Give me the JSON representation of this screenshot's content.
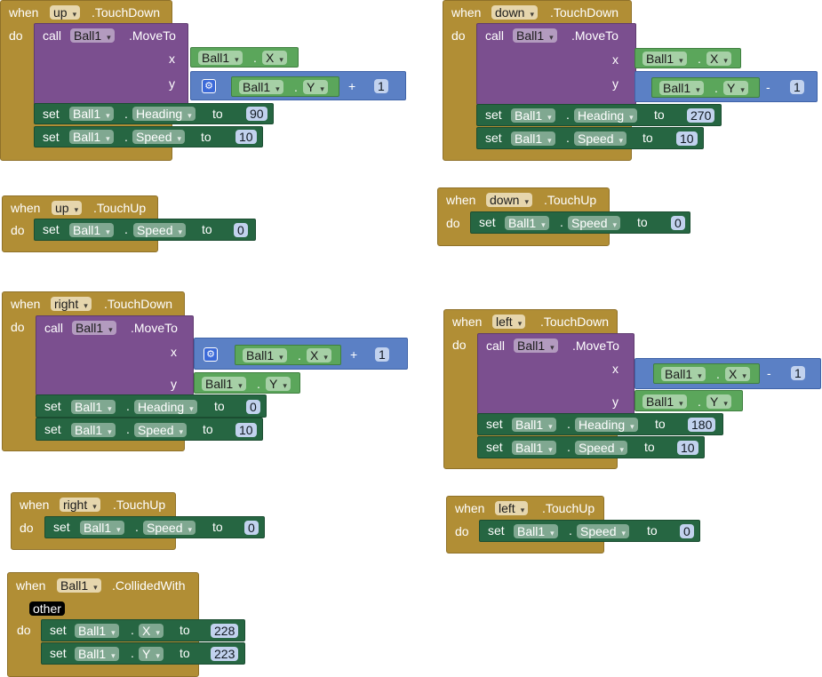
{
  "kw": {
    "when": "when",
    "do": "do",
    "call": "call",
    "set": "set",
    "to": "to",
    "x": "x",
    "y": "y",
    "dot": "."
  },
  "ops": {
    "plus": "+",
    "minus": "-"
  },
  "comp": {
    "ball": "Ball1",
    "X": "X",
    "Y": "Y",
    "Heading": "Heading",
    "Speed": "Speed",
    "MoveTo": ".MoveTo"
  },
  "events": {
    "up_down": {
      "comp": "up",
      "event": ".TouchDown",
      "heading": "90",
      "speed": "10",
      "add": "1"
    },
    "up_up": {
      "comp": "up",
      "event": ".TouchUp",
      "speed": "0"
    },
    "down_down": {
      "comp": "down",
      "event": ".TouchDown",
      "heading": "270",
      "speed": "10",
      "sub": "1"
    },
    "down_up": {
      "comp": "down",
      "event": ".TouchUp",
      "speed": "0"
    },
    "right_down": {
      "comp": "right",
      "event": ".TouchDown",
      "heading": "0",
      "speed": "10",
      "add": "1"
    },
    "right_up": {
      "comp": "right",
      "event": ".TouchUp",
      "speed": "0"
    },
    "left_down": {
      "comp": "left",
      "event": ".TouchDown",
      "heading": "180",
      "speed": "10",
      "sub": "1"
    },
    "left_up": {
      "comp": "left",
      "event": ".TouchUp",
      "speed": "0"
    },
    "collide": {
      "comp": "Ball1",
      "event": ".CollidedWith",
      "param": "other",
      "x": "228",
      "y": "223"
    }
  },
  "colors": {
    "event": "#b18e35",
    "call": "#7b4f8f",
    "set": "#266642",
    "getter": "#5ba65b",
    "math": "#5b80c5",
    "gear": "#3c6ad8"
  },
  "icons": {
    "gear": "gear-icon",
    "dropdown": "dropdown-arrow-icon"
  }
}
